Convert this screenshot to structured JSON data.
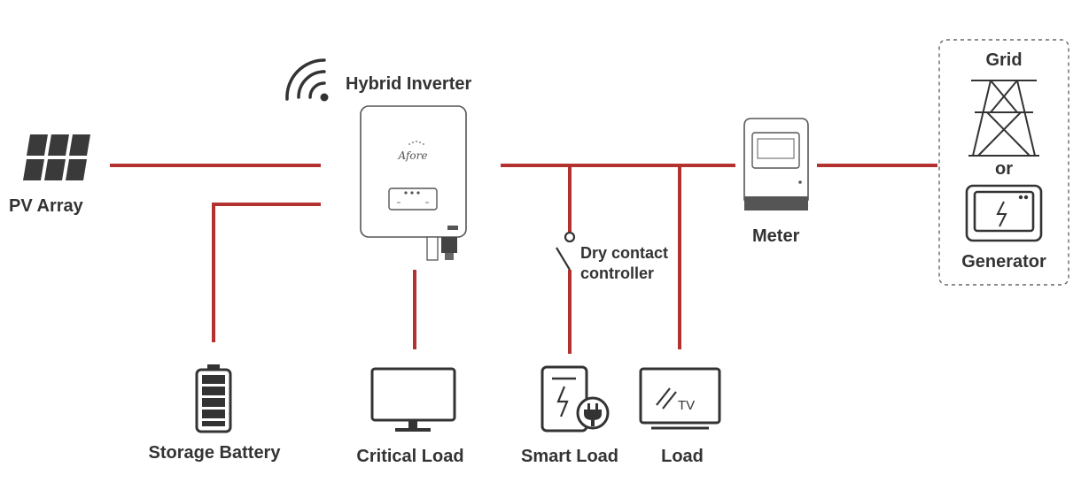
{
  "labels": {
    "pv_array": "PV Array",
    "hybrid_inverter": "Hybrid Inverter",
    "inverter_brand": "Afore",
    "meter": "Meter",
    "grid": "Grid",
    "or": "or",
    "generator": "Generator",
    "dry_contact_line1": "Dry contact",
    "dry_contact_line2": "controller",
    "storage_battery": "Storage Battery",
    "critical_load": "Critical Load",
    "smart_load": "Smart Load",
    "load": "Load",
    "tv": "TV"
  },
  "colors": {
    "wire": "#b3312f",
    "icon": "#333333",
    "background": "#ffffff"
  },
  "icons": [
    "wifi-icon",
    "solar-panel-icon",
    "inverter-icon",
    "meter-icon",
    "pylon-icon",
    "generator-icon",
    "battery-icon",
    "monitor-icon",
    "smart-plug-icon",
    "tv-icon",
    "switch-icon"
  ]
}
